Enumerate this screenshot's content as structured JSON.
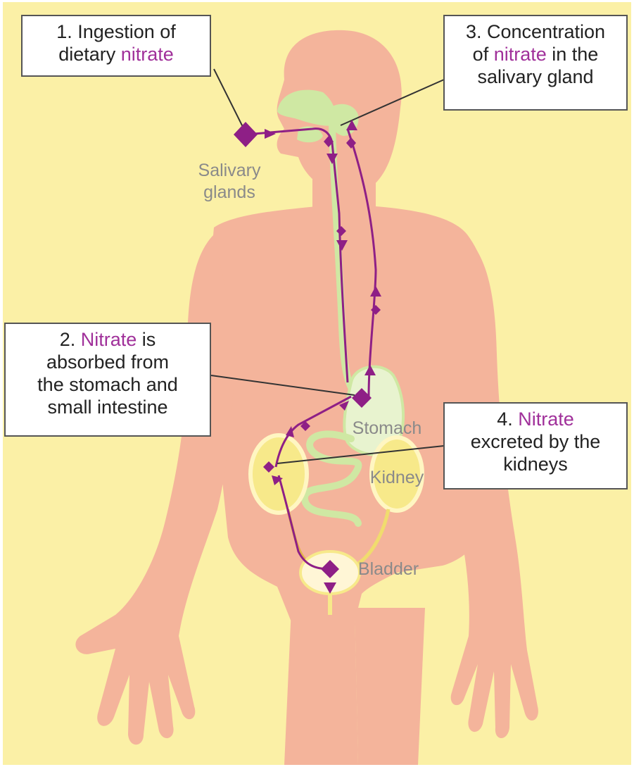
{
  "callouts": {
    "step1": {
      "line1": "1. Ingestion of",
      "line2_prefix": "dietary ",
      "line2_highlight": "nitrate"
    },
    "step2": {
      "line1_prefix": "2. ",
      "line1_highlight": "Nitrate",
      "line1_suffix": " is",
      "line2": "absorbed from",
      "line3": "the stomach and",
      "line4": "small intestine"
    },
    "step3": {
      "line1": "3. Concentration",
      "line2_prefix": "of ",
      "line2_highlight": "nitrate",
      "line2_suffix": " in the",
      "line3": "salivary gland"
    },
    "step4": {
      "line1_prefix": "4. ",
      "line1_highlight": "Nitrate",
      "line2": "excreted by the",
      "line3": "kidneys"
    }
  },
  "organs": {
    "salivary_line1": "Salivary",
    "salivary_line2": "glands",
    "stomach": "Stomach",
    "kidney": "Kidney",
    "bladder": "Bladder"
  },
  "colors": {
    "background": "#fbf0a6",
    "skin": "#f4b49b",
    "nitrate": "#8e1f86",
    "organ_green": "#cfe8a3",
    "organ_yellow": "#f7e98a",
    "highlight_text": "#a0309a"
  },
  "icons": [
    "diamond-marker-icon",
    "arrowhead-icon"
  ]
}
